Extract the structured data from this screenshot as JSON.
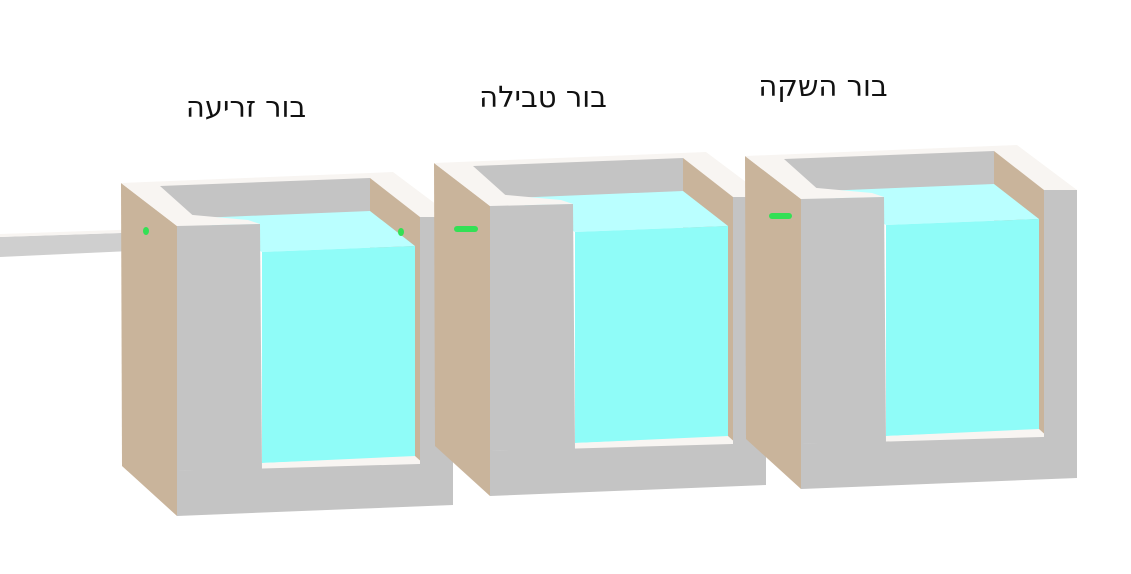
{
  "labels": [
    "בור זריעה",
    "בור טבילה",
    "בור השקה"
  ],
  "colors": {
    "outer_side": "#c9b49b",
    "concrete": "#c4c4c4",
    "rim": "#f8f5f2",
    "water_front": "#8ffcf8",
    "water_top": "#baffff",
    "pipe": "#33e055"
  }
}
